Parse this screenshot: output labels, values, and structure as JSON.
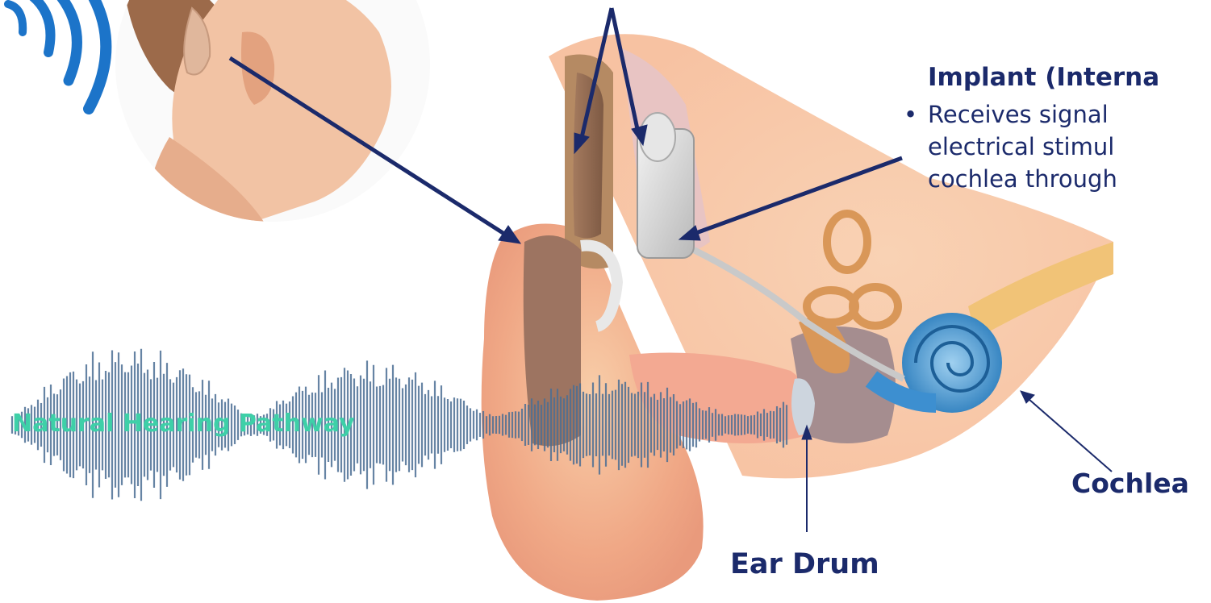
{
  "colors": {
    "navy": "#1b2a6b",
    "teal": "#3ed0a8",
    "wave": "#4b6e94",
    "processor_blue": "#1c74c9",
    "cochlea_blue": "#3d8fd0",
    "skin": "#f3b48f"
  },
  "labels": {
    "implant_title": "Implant (Interna",
    "implant_bullet_1": "Receives signal",
    "implant_bullet_2": "electrical stimul",
    "implant_bullet_3": "cochlea through",
    "bullet_char": "•",
    "cochlea": "Cochlea",
    "ear_drum": "Ear Drum",
    "pathway": "Natural Hearing Pathway"
  }
}
